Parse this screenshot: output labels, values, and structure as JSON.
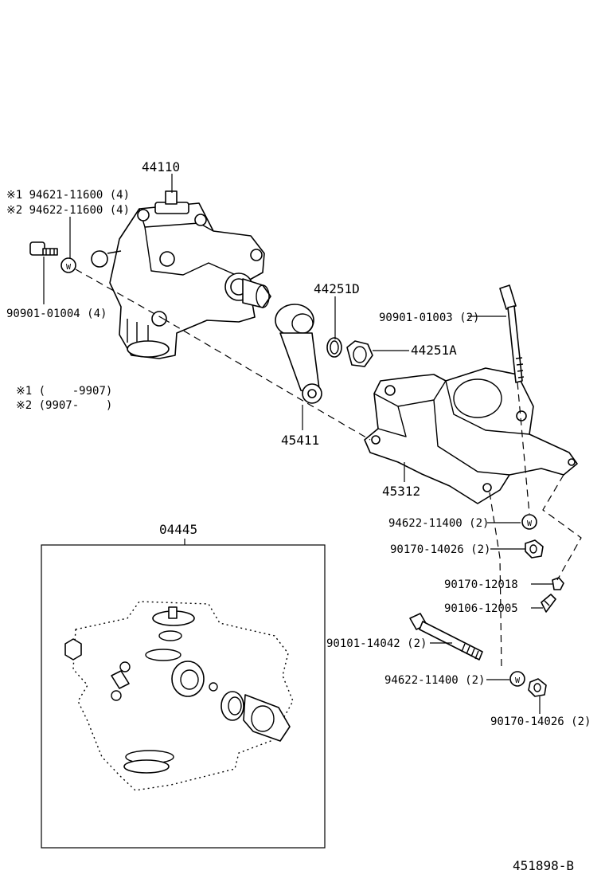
{
  "labels": {
    "assembly": "44110",
    "note1_part": "※1 94621-11600 (4)",
    "note2_part": "※2 94622-11600 (4)",
    "bolt_left": "90901-01004 (4)",
    "washer_w": "W",
    "seal_44251d": "44251D",
    "nut_44251a": "44251A",
    "bolt_right": "90901-01003 (2)",
    "arm_45411": "45411",
    "bracket_45312": "45312",
    "footnote1": "※1 (    -9907)",
    "footnote2": "※2 (9907-    )",
    "kit_04445": "04445",
    "w1_94622": "94622-11400 (2)",
    "nut1_90170": "90170-14026 (2)",
    "nut_90170_12018": "90170-12018",
    "bolt_90106": "90106-12005",
    "bolt_90101": "90101-14042 (2)",
    "w2_94622": "94622-11400 (2)",
    "nut2_90170": "90170-14026 (2)",
    "figure_id": "451898-B"
  }
}
